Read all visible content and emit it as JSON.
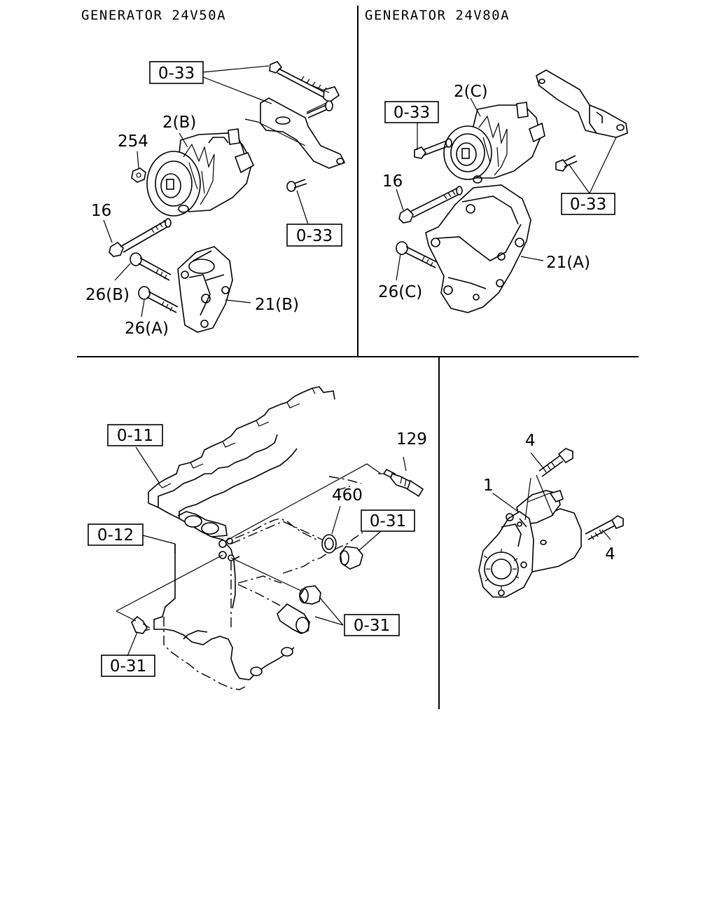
{
  "panels": {
    "top_left": {
      "title": "GENERATOR 24V50A"
    },
    "top_right": {
      "title": "GENERATOR 24V80A"
    }
  },
  "callouts": {
    "tl_ref_top": "0-33",
    "tl_ref_right": "0-33",
    "tl_gen": "2(B)",
    "tl_nut": "254",
    "tl_bolt": "16",
    "tl_bolt_b": "26(B)",
    "tl_bolt_a": "26(A)",
    "tl_bracket": "21(B)",
    "tr_ref_left": "0-33",
    "tr_ref_right": "0-33",
    "tr_gen": "2(C)",
    "tr_bolt": "16",
    "tr_bolt_c": "26(C)",
    "tr_bracket": "21(A)",
    "bl_ref_011": "0-11",
    "bl_ref_012": "0-12",
    "bl_ref_031_right": "0-31",
    "bl_ref_031_mid": "0-31",
    "bl_ref_031_bottom": "0-31",
    "bl_sensor": "129",
    "bl_washer": "460",
    "br_starter": "1",
    "br_bolt_top": "4",
    "br_bolt_right": "4"
  },
  "icons": [
    "generator-icon",
    "bracket-icon",
    "bolt-icon",
    "engine-block-icon",
    "starter-motor-icon",
    "sensor-icon",
    "plug-icon"
  ]
}
